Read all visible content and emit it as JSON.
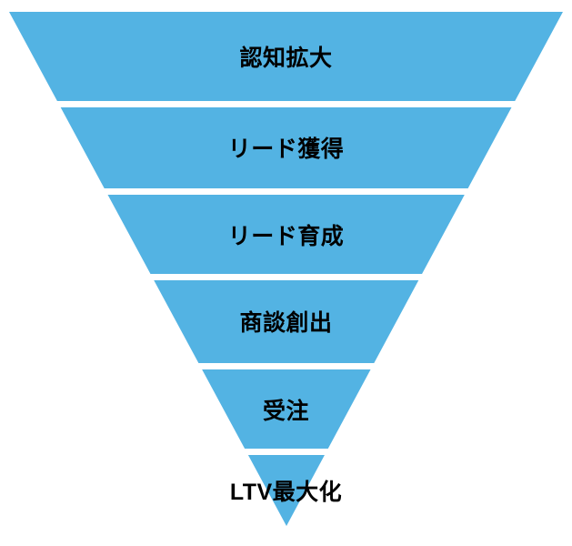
{
  "diagram": {
    "type": "inverted-funnel",
    "stage_count": 6,
    "stages": [
      {
        "label": "認知拡大"
      },
      {
        "label": "リード獲得"
      },
      {
        "label": "リード育成"
      },
      {
        "label": "商談創出"
      },
      {
        "label": "受注"
      },
      {
        "label": "LTV最大化"
      }
    ],
    "colors": {
      "funnel_fill": "#53B3E3",
      "divider": "#FFFFFF",
      "label_text": "#000000",
      "background": "#FFFFFF"
    }
  }
}
